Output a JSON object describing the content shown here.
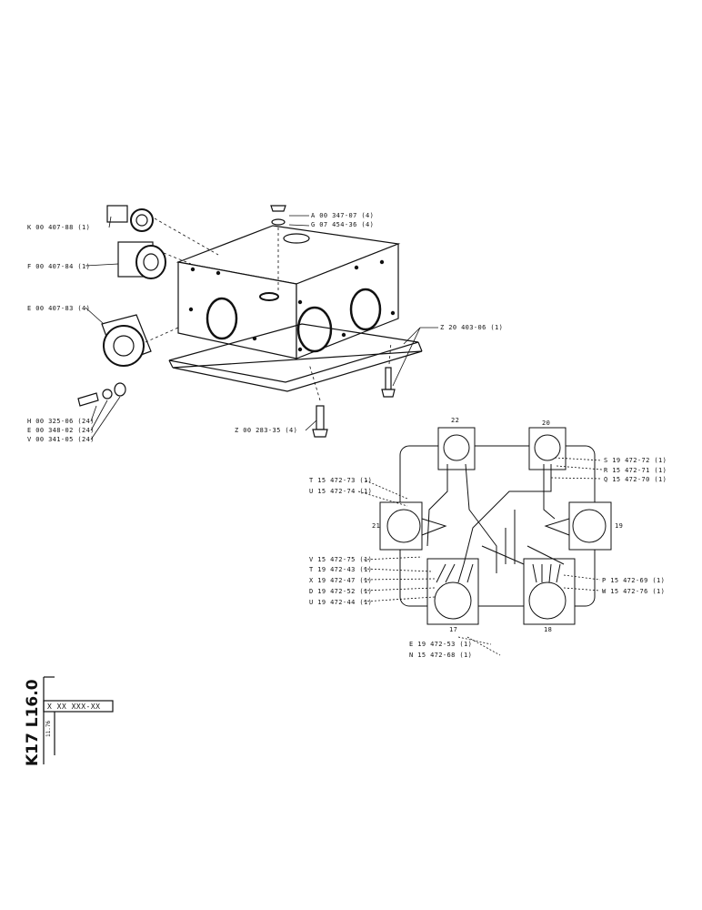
{
  "parts": {
    "k_connector": "K 00 407-88 (1)",
    "f_connector": "F 00 407-84 (1)",
    "e_connector": "E 00 407-83 (4)",
    "h_bolt": "H 00 325-06 (24)",
    "e_washer": "E 00 348-02 (24)",
    "v_nut": "V 00 341-05 (24)",
    "a_top": "A 00 347-07 (4)",
    "g_top": "G 07 454-36 (4)",
    "z_right": "Z 20 403-06 (1)",
    "z_bottom": "Z 00 283-35 (4)"
  },
  "wiring": {
    "s": "S 19 472-72 (1)",
    "r": "R 15 472-71 (1)",
    "q": "Q 15 472-70 (1)",
    "t1": "T 15 472-73 (1)",
    "u1": "U 15 472-74 (1)",
    "v": "V 15 472-75 (1)",
    "t2": "T 19 472-43 (1)",
    "x": "X 19 472-47 (1)",
    "d": "D 19 472-52 (1)",
    "u2": "U 19 472-44 (1)",
    "p": "P 15 472-69 (1)",
    "w": "W 15 472-76 (1)",
    "e": "E 19 472-53 (1)",
    "n": "N 15 472-68 (1)",
    "conn_22": "22",
    "conn_20": "20",
    "conn_21": "21",
    "conn_19": "19",
    "conn_17": "17",
    "conn_18": "18"
  },
  "title_block": {
    "sheet_code": "K17 L16.0",
    "part_mask": "X XX XXX-XX",
    "date": "11.76"
  }
}
